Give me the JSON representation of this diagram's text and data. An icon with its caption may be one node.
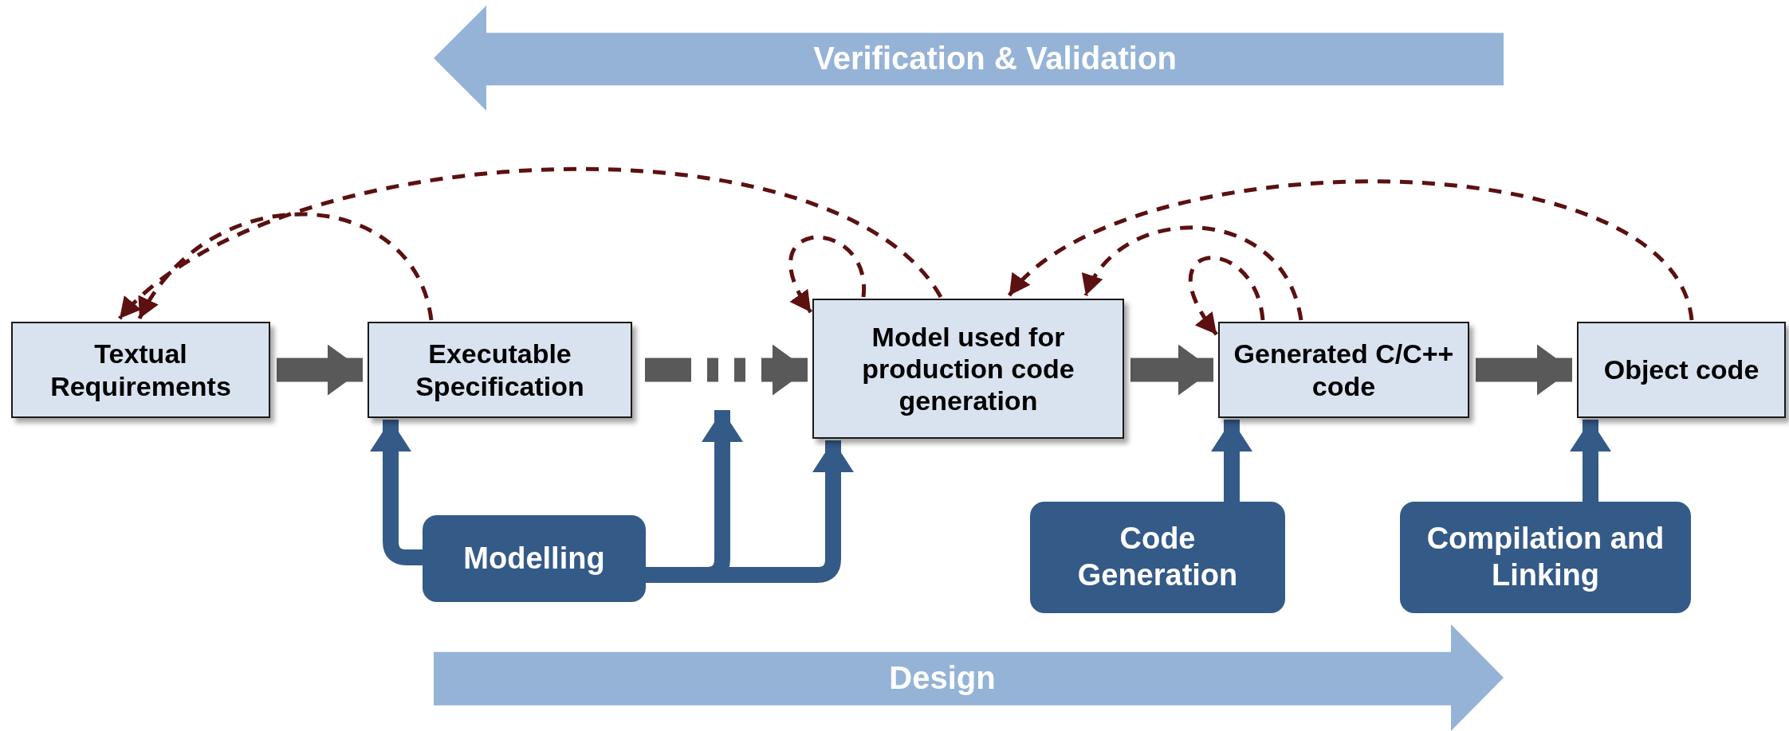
{
  "diagram": {
    "nodes": [
      {
        "text": [
          "Textual Requirements"
        ]
      },
      {
        "text": [
          "Executable Specification"
        ]
      },
      {
        "text": [
          "Model used for production code generation"
        ]
      },
      {
        "text": [
          "Generated C/C++ code"
        ]
      },
      {
        "text": [
          "Object code"
        ]
      },
      {
        "text": [
          "Modelling"
        ]
      },
      {
        "text": [
          "Code Generation"
        ]
      },
      {
        "text": [
          "Compilation and Linking"
        ]
      },
      {
        "text": [
          "Verification & Validation"
        ]
      },
      {
        "text": [
          "Design"
        ]
      }
    ],
    "edges": [
      {
        "from": 0,
        "to": 1,
        "arrow": "to",
        "color": "#595959"
      },
      {
        "from": 1,
        "to": 2,
        "arrow": "to",
        "style": "dashed",
        "color": "#595959"
      },
      {
        "from": 2,
        "to": 3,
        "arrow": "to",
        "color": "#595959"
      },
      {
        "from": 3,
        "to": 4,
        "arrow": "to",
        "color": "#595959"
      },
      {
        "from": 5,
        "to": 1,
        "arrow": "to",
        "color": "#345a88"
      },
      {
        "from": 5,
        "to": null,
        "arrow": "to",
        "color": "#345a88"
      },
      {
        "from": 5,
        "to": 2,
        "arrow": "to",
        "color": "#345a88"
      },
      {
        "from": 6,
        "to": 3,
        "arrow": "to",
        "color": "#345a88"
      },
      {
        "from": 7,
        "to": 4,
        "arrow": "to",
        "color": "#345a88"
      },
      {
        "from": 1,
        "to": 0,
        "arrow": "to",
        "style": "dashed"
      },
      {
        "from": 2,
        "to": 0,
        "arrow": "to",
        "style": "dashed"
      },
      {
        "from": 2,
        "to": 2,
        "arrow": "to",
        "style": "dashed"
      },
      {
        "from": 3,
        "to": 2,
        "arrow": "to",
        "style": "dashed"
      },
      {
        "from": 3,
        "to": 3,
        "arrow": "to",
        "style": "dashed"
      },
      {
        "from": 4,
        "to": 2,
        "arrow": "to",
        "style": "dashed"
      }
    ]
  }
}
